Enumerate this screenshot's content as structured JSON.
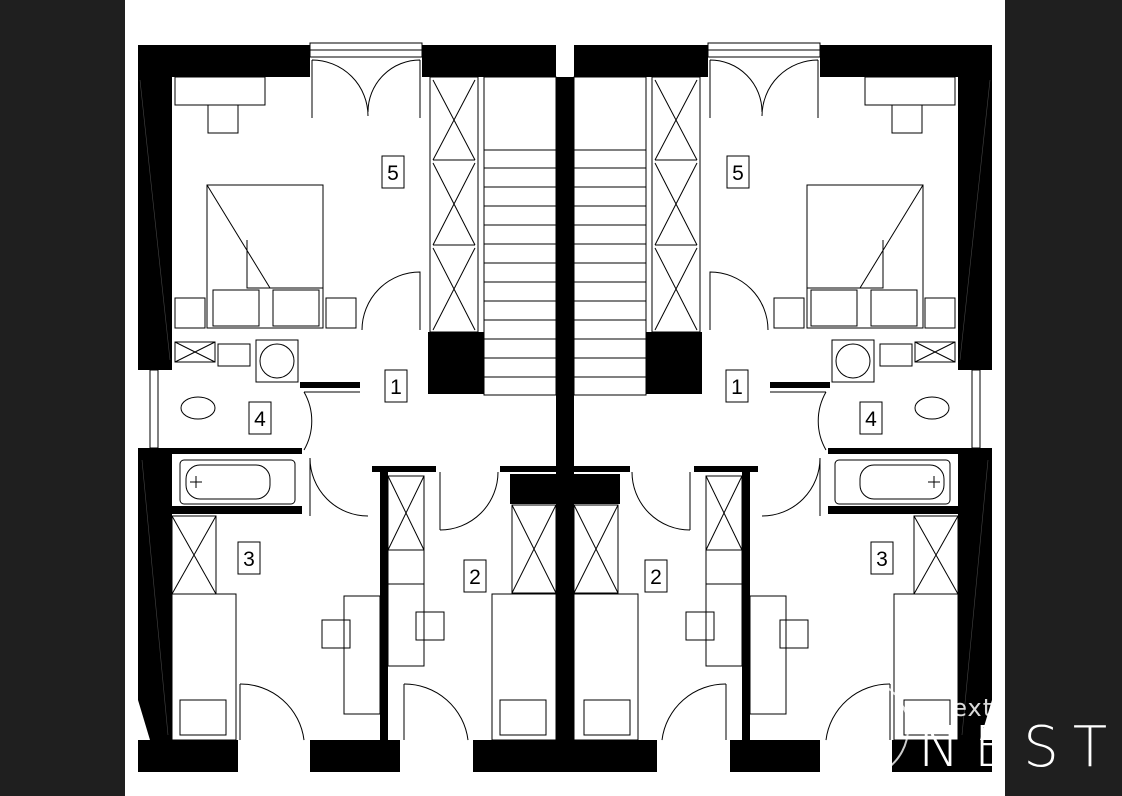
{
  "plan": {
    "left_unit": {
      "hall": "1",
      "room_2": "2",
      "room_3": "3",
      "bathroom": "4",
      "bedroom": "5"
    },
    "right_unit": {
      "hall": "1",
      "room_2": "2",
      "room_3": "3",
      "bathroom": "4",
      "bedroom": "5"
    }
  },
  "watermark": {
    "small_text": "next",
    "brand_text": "NEST"
  },
  "colors": {
    "background": "#1f1f1f",
    "paper": "#ffffff",
    "wall": "#000000"
  }
}
